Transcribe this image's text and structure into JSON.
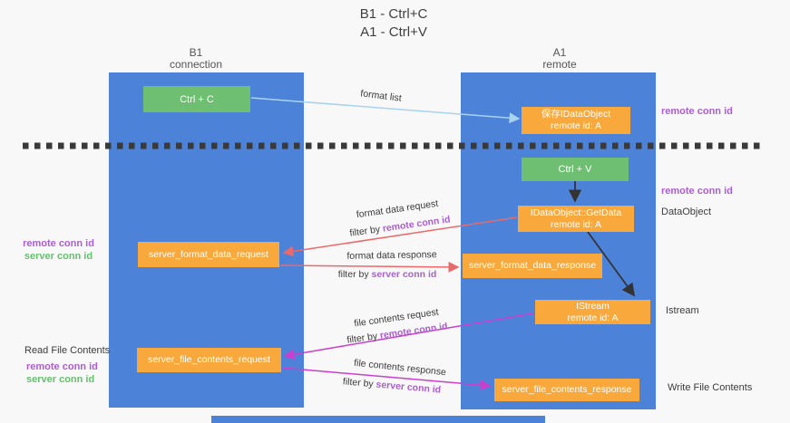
{
  "title": {
    "line1": "B1 - Ctrl+C",
    "line2": "A1 - Ctrl+V"
  },
  "columns": {
    "left": {
      "name": "B1",
      "role": "connection"
    },
    "right": {
      "name": "A1",
      "role": "remote"
    }
  },
  "boxes": {
    "ctrl_c": {
      "label": "Ctrl + C"
    },
    "ctrl_v": {
      "label": "Ctrl + V"
    },
    "save_dataobject": {
      "line1": "保存IDataObject",
      "line2": "remote id: A"
    },
    "getdata": {
      "line1": "IDataObject::GetData",
      "line2": "remote id: A"
    },
    "istream": {
      "line1": "IStream",
      "line2": "remote id: A"
    },
    "server_format_data_request": {
      "label": "server_format_data_request"
    },
    "server_format_data_response": {
      "label": "server_format_data_response"
    },
    "server_file_contents_request": {
      "label": "server_file_contents_request"
    },
    "server_file_contents_response": {
      "label": "server_file_contents_response"
    }
  },
  "arrows": {
    "format_list": {
      "label": "format list"
    },
    "format_data_request": {
      "label": "format data request",
      "filter_prefix": "filter by ",
      "filter_id": "remote conn id"
    },
    "format_data_response": {
      "label": "format data response",
      "filter_prefix": "filter by ",
      "filter_id": "server conn id"
    },
    "file_contents_request": {
      "label": "file contents request",
      "filter_prefix": "filter by ",
      "filter_id": "remote conn id"
    },
    "file_contents_response": {
      "label": "file contents response",
      "filter_prefix": "filter by ",
      "filter_id": "server conn id"
    }
  },
  "side_labels": {
    "right_top_conn_id": "remote conn id",
    "right_mid_conn_id": "remote conn id",
    "dataobject": "DataObject",
    "istream": "Istream",
    "write_file_contents": "Write File Contents",
    "read_file_contents": "Read File Contents",
    "left_mid": {
      "remote": "remote conn id",
      "server": "server conn id"
    },
    "left_bottom": {
      "remote": "remote conn id",
      "server": "server conn id"
    }
  },
  "colors": {
    "background": "#f8f8f8",
    "column_blue": "#4d82d9",
    "box_green": "#6fbf73",
    "box_orange": "#f9a93c",
    "id_purple": "#ab5fd1",
    "id_green": "#66bf6f",
    "arrow_red": "#e96a6a",
    "arrow_magenta": "#cb3fcd",
    "arrow_light_blue": "#a8d2ee",
    "arrow_black": "#333333",
    "dashed_line": "#3a3a3a"
  }
}
